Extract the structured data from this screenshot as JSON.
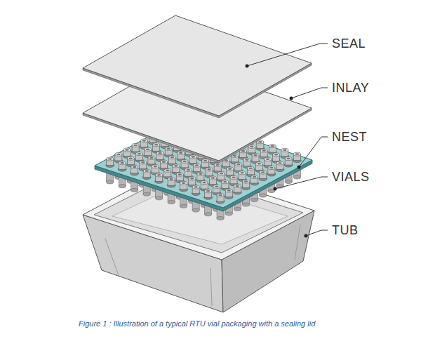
{
  "diagram": {
    "caption": "Figure 1 : Illustration of a typical RTU vial packaging with a sealing lid",
    "labels": [
      "SEAL",
      "INLAY",
      "NEST",
      "VIALS",
      "TUB"
    ]
  }
}
